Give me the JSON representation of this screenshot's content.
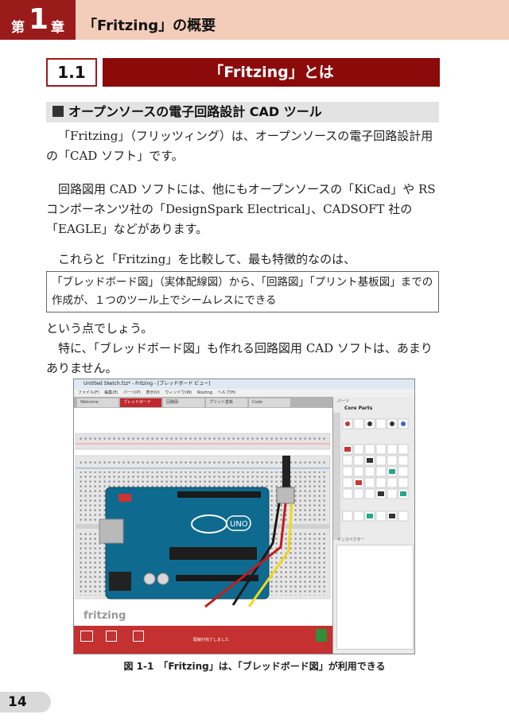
{
  "chapter": {
    "prefix": "第",
    "number": "1",
    "suffix": "章",
    "title": "「Fritzing」の概要"
  },
  "section": {
    "number": "1.1",
    "title": "「Fritzing」とは"
  },
  "subheading": "オープンソースの電子回路設計 CAD ツール",
  "paragraphs": [
    "「Fritzing」（フリッツィング）は、オープンソースの電子回路設計用の「CAD ソフト」です。",
    "回路図用 CAD ソフトには、他にもオープンソースの「KiCad」や RS コンポーネンツ社の「DesignSpark Electrical」、CADSOFT 社の「EAGLE」などがあります。",
    "これらと「Fritzing」を比較して、最も特徴的なのは、",
    "という点でしょう。",
    "特に、「ブレッドボード図」も作れる回路図用 CAD ソフトは、あまりありません。"
  ],
  "callout": "「ブレッドボード図」（実体配線図）から、「回路図」「プリント基板図」までの作成が、１つのツール上でシームレスにできる",
  "figure": {
    "window_title": "Untitled Sketch.fzz* - Fritzing - [ブレッドボード ビュー]",
    "menu": [
      "ファイル(F)",
      "編集(E)",
      "パーツ(P)",
      "表示(V)",
      "ウィンドウ(W)",
      "Routing",
      "ヘルプ(H)"
    ],
    "tabs": [
      "Welcome",
      "ブレッドボード",
      "回路図",
      "プリント基板",
      "Code"
    ],
    "parts_header": "パーツ",
    "parts_title": "Core Parts",
    "inspector_header": "インスペクター",
    "status": "配線が完了しました",
    "board_label": "UNO",
    "brand": "fritzing",
    "caption": "図 1-1　「Fritzing」は、「ブレッドボード図」が利用できる"
  },
  "page_number": "14"
}
